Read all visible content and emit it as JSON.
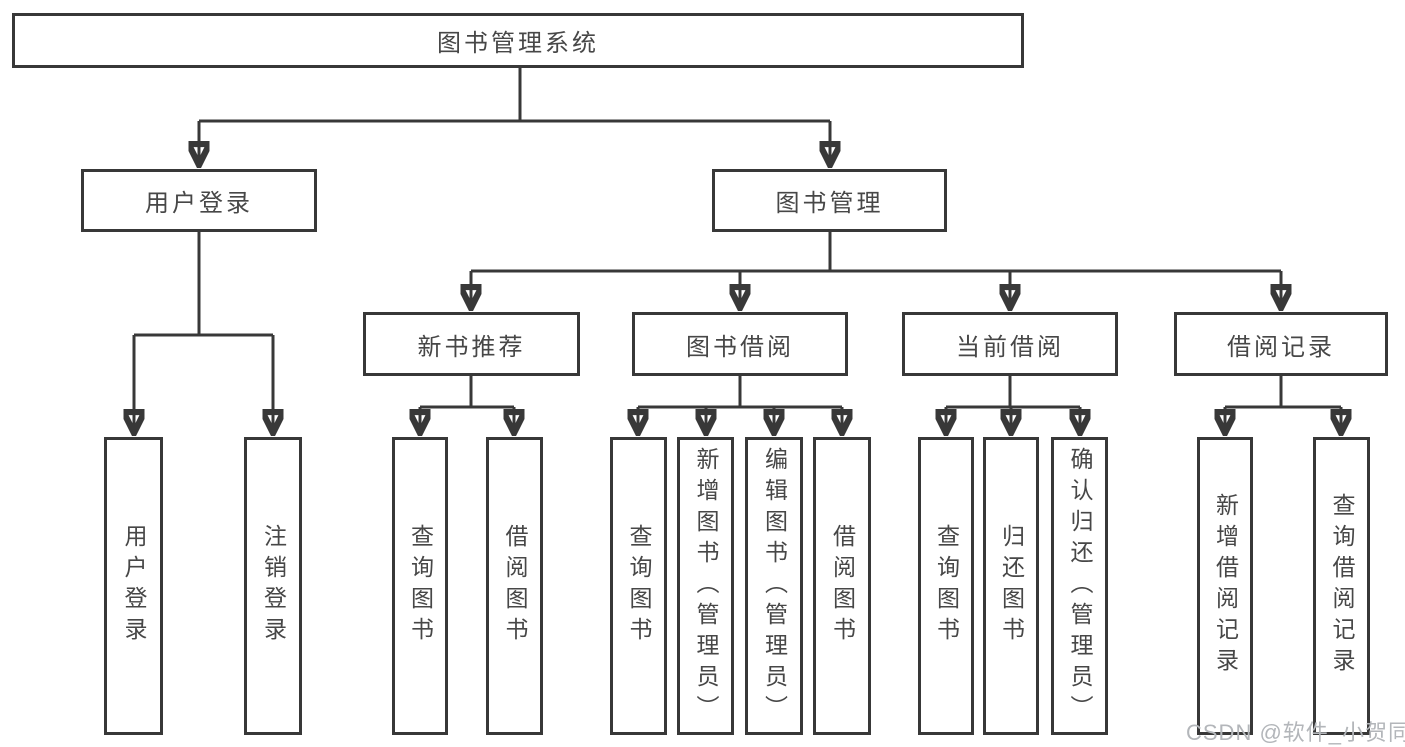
{
  "diagram": {
    "type": "tree-structure-chart",
    "title": "图书管理系统",
    "colors": {
      "line": "#383838",
      "box_border": "#383838",
      "box_fill": "#ffffff",
      "text": "#474747",
      "watermark": "#b3b6ba",
      "background": "#ffffff"
    },
    "nodes": {
      "root": "图书管理系统",
      "login": "用户登录",
      "mgmt": "图书管理",
      "rec": "新书推荐",
      "borrow": "图书借阅",
      "current": "当前借阅",
      "records": "借阅记录",
      "login_user": "用户登录",
      "login_logout": "注销登录",
      "rec_query": "查询图书",
      "rec_borrow": "借阅图书",
      "borrow_query": "查询图书",
      "borrow_add": "新增图书（管理员）",
      "borrow_edit": "编辑图书（管理员）",
      "borrow_lend": "借阅图书",
      "cur_query": "查询图书",
      "cur_return": "归还图书",
      "cur_confirm": "确认归还（管理员）",
      "rcd_add": "新增借阅记录",
      "rcd_query": "查询借阅记录"
    },
    "hierarchy": {
      "图书管理系统": [
        "用户登录",
        "图书管理"
      ],
      "用户登录": [
        "用户登录",
        "注销登录"
      ],
      "图书管理": [
        "新书推荐",
        "图书借阅",
        "当前借阅",
        "借阅记录"
      ],
      "新书推荐": [
        "查询图书",
        "借阅图书"
      ],
      "图书借阅": [
        "查询图书",
        "新增图书（管理员）",
        "编辑图书（管理员）",
        "借阅图书"
      ],
      "当前借阅": [
        "查询图书",
        "归还图书",
        "确认归还（管理员）"
      ],
      "借阅记录": [
        "新增借阅记录",
        "查询借阅记录"
      ]
    },
    "watermark": "CSDN @软件_小贺同学"
  }
}
